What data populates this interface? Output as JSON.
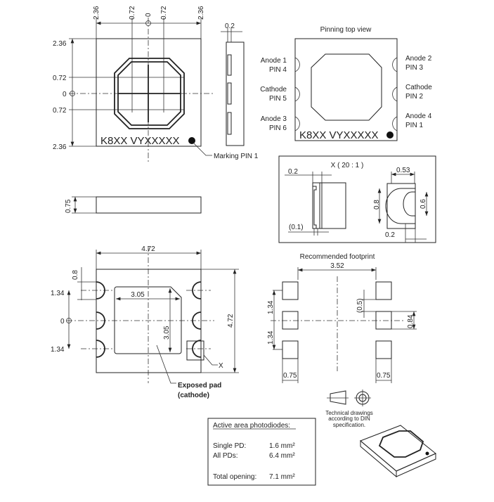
{
  "top_view": {
    "top_dims": [
      "2.36",
      "0.72",
      "0",
      "0.72",
      "2.36"
    ],
    "left_dims": [
      "2.36",
      "0.72",
      "0",
      "0.72",
      "2.36"
    ],
    "marking_text": "K8XX VYXXXXX",
    "marking_label": "Marking PIN 1"
  },
  "side_view": {
    "thickness_dim": "0.2"
  },
  "pinning": {
    "title": "Pinning top view",
    "left_pins": [
      {
        "name": "Anode 1",
        "pin": "PIN 4"
      },
      {
        "name": "Cathode",
        "pin": "PIN 5"
      },
      {
        "name": "Anode 3",
        "pin": "PIN 6"
      }
    ],
    "right_pins": [
      {
        "name": "Anode 2",
        "pin": "PIN 3"
      },
      {
        "name": "Cathode",
        "pin": "PIN 2"
      },
      {
        "name": "Anode 4",
        "pin": "PIN 1"
      }
    ],
    "marking_text": "K8XX VYXXXXX"
  },
  "detail": {
    "title": "X ( 20 : 1 )",
    "dims": {
      "a": "0.2",
      "b": "(0.1)",
      "c": "0.53",
      "d": "0.8",
      "e": "0.6",
      "f": "0.2"
    }
  },
  "height_view": {
    "dim": "0.75"
  },
  "bottom_view": {
    "width_dim": "4.72",
    "height_dim": "4.72",
    "pad_dim": "0.8",
    "left_dims": [
      "1.34",
      "0",
      "1.34"
    ],
    "pad_w": "3.05",
    "pad_h": "3.05",
    "detail_label": "X",
    "exposed_pad_label": [
      "Exposed pad",
      "(cathode)"
    ]
  },
  "footprint": {
    "title": "Recommended footprint",
    "span_dim": "3.52",
    "pitch_dims": [
      "1.34",
      "1.34"
    ],
    "offset_dim": "(0.5)",
    "pad_h_dim": "0.84",
    "pad_w_dims": [
      "0.75",
      "0.75"
    ]
  },
  "din_note": [
    "Technical drawings",
    "according to DIN",
    "specification."
  ],
  "active_area": {
    "title": "Active area photodiodes:",
    "rows": [
      {
        "label": "Single PD:",
        "value": "1.6 mm²"
      },
      {
        "label": "All PDs:",
        "value": "6.4 mm²"
      },
      {
        "label": "Total opening:",
        "value": "7.1 mm²"
      }
    ]
  }
}
